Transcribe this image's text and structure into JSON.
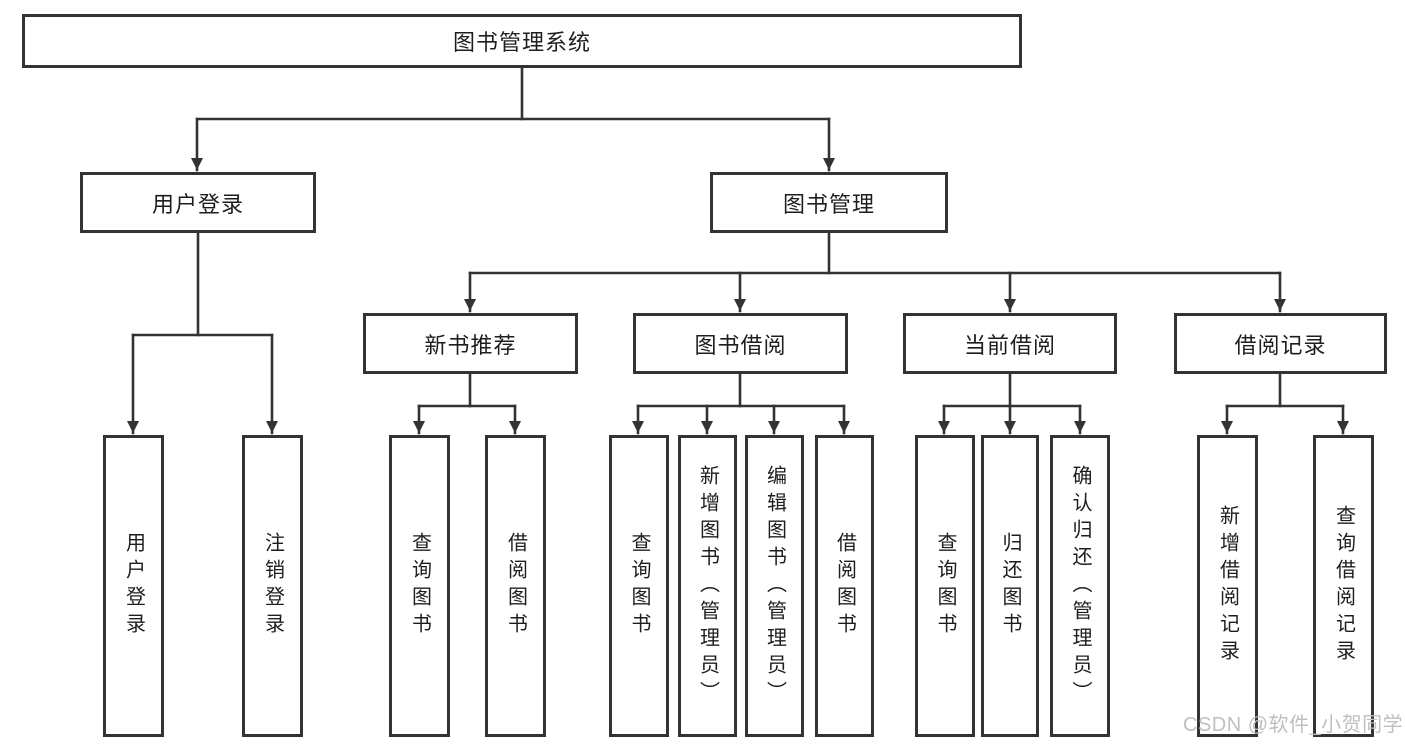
{
  "colors": {
    "box_border": "#333333",
    "line": "#333333",
    "box_fill": "#ffffff",
    "text": "#1e1e1e",
    "watermark": "#bfbfbf",
    "background": "#ffffff"
  },
  "watermark": {
    "text": "CSDN @软件_小贺同学"
  },
  "tree": {
    "root": {
      "label": "图书管理系统",
      "children": [
        {
          "label": "用户登录",
          "children": [
            {
              "label": "用户登录"
            },
            {
              "label": "注销登录"
            }
          ]
        },
        {
          "label": "图书管理",
          "children": [
            {
              "label": "新书推荐",
              "children": [
                {
                  "label": "查询图书"
                },
                {
                  "label": "借阅图书"
                }
              ]
            },
            {
              "label": "图书借阅",
              "children": [
                {
                  "label": "查询图书"
                },
                {
                  "label": "新增图书（管理员）"
                },
                {
                  "label": "编辑图书（管理员）"
                },
                {
                  "label": "借阅图书"
                }
              ]
            },
            {
              "label": "当前借阅",
              "children": [
                {
                  "label": "查询图书"
                },
                {
                  "label": "归还图书"
                },
                {
                  "label": "确认归还（管理员）"
                }
              ]
            },
            {
              "label": "借阅记录",
              "children": [
                {
                  "label": "新增借阅记录"
                },
                {
                  "label": "查询借阅记录"
                }
              ]
            }
          ]
        }
      ]
    }
  }
}
